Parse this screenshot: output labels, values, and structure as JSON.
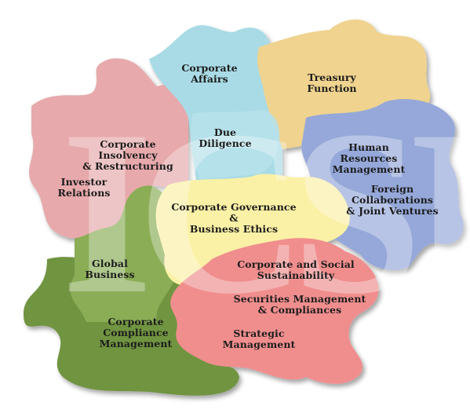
{
  "diagram": {
    "pieces": [
      {
        "id": "corporate-affairs",
        "label": "Corporate\nAffairs",
        "color": "#a9dbe6"
      },
      {
        "id": "treasury-function",
        "label": "Treasury\nFunction",
        "color": "#efd38f"
      },
      {
        "id": "due-diligence",
        "label": "Due\nDiligence",
        "color": "#b6e1ea"
      },
      {
        "id": "corporate-insolvency",
        "label": "Corporate\nInsolvency\n& Restructuring",
        "color": "#e7a9ab"
      },
      {
        "id": "investor-relations",
        "label": "Investor\nRelations",
        "color": "#e7a9ab"
      },
      {
        "id": "human-resources",
        "label": "Human\nResources\nManagement",
        "color": "#95a8d9"
      },
      {
        "id": "foreign-collaborations",
        "label": "Foreign\nCollaborations\n& Joint Ventures",
        "color": "#95a8d9"
      },
      {
        "id": "corporate-governance",
        "label": "Corporate Governance &\nBusiness Ethics",
        "color": "#fbf1a6"
      },
      {
        "id": "global-business",
        "label": "Global\nBusiness",
        "color": "#8aad56"
      },
      {
        "id": "corporate-social",
        "label": "Corporate and Social\nSustainability",
        "color": "#f08e8e"
      },
      {
        "id": "securities-management",
        "label": "Securities Management\n& Compliances",
        "color": "#f08e8e"
      },
      {
        "id": "corporate-compliance",
        "label": "Corporate\nCompliance\nManagement",
        "color": "#6f9440"
      },
      {
        "id": "strategic-management",
        "label": "Strategic\nManagement",
        "color": "#f08e8e"
      }
    ],
    "watermark": "ICSI"
  }
}
